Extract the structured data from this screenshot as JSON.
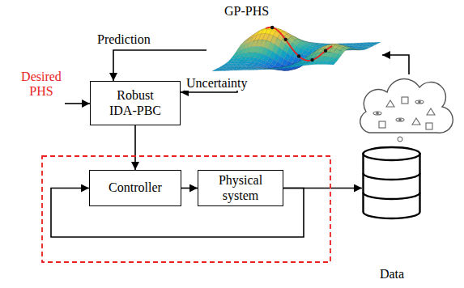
{
  "diagram": {
    "nodes": [
      {
        "text": [
          "GP-PHS"
        ]
      },
      {
        "text": [
          "Robust IDA-PBC"
        ]
      },
      {
        "text": [
          "Controller"
        ]
      },
      {
        "text": [
          "Physical system"
        ]
      },
      {
        "text": [
          "Data"
        ]
      }
    ],
    "edges": [
      {
        "from": 0,
        "to": 1,
        "label": "Prediction",
        "arrow": "to"
      },
      {
        "from": 0,
        "to": 1,
        "label": "Uncertainty",
        "arrow": "to"
      },
      {
        "from": 1,
        "to": 2,
        "arrow": "to"
      },
      {
        "from": 2,
        "to": 3,
        "arrow": "to"
      },
      {
        "from": 3,
        "to": 2,
        "arrow": "to"
      },
      {
        "from": 3,
        "to": 4,
        "arrow": "to"
      },
      {
        "from": 4,
        "to": 0,
        "arrow": "to"
      }
    ],
    "labels": [
      "Desired PHS"
    ]
  }
}
